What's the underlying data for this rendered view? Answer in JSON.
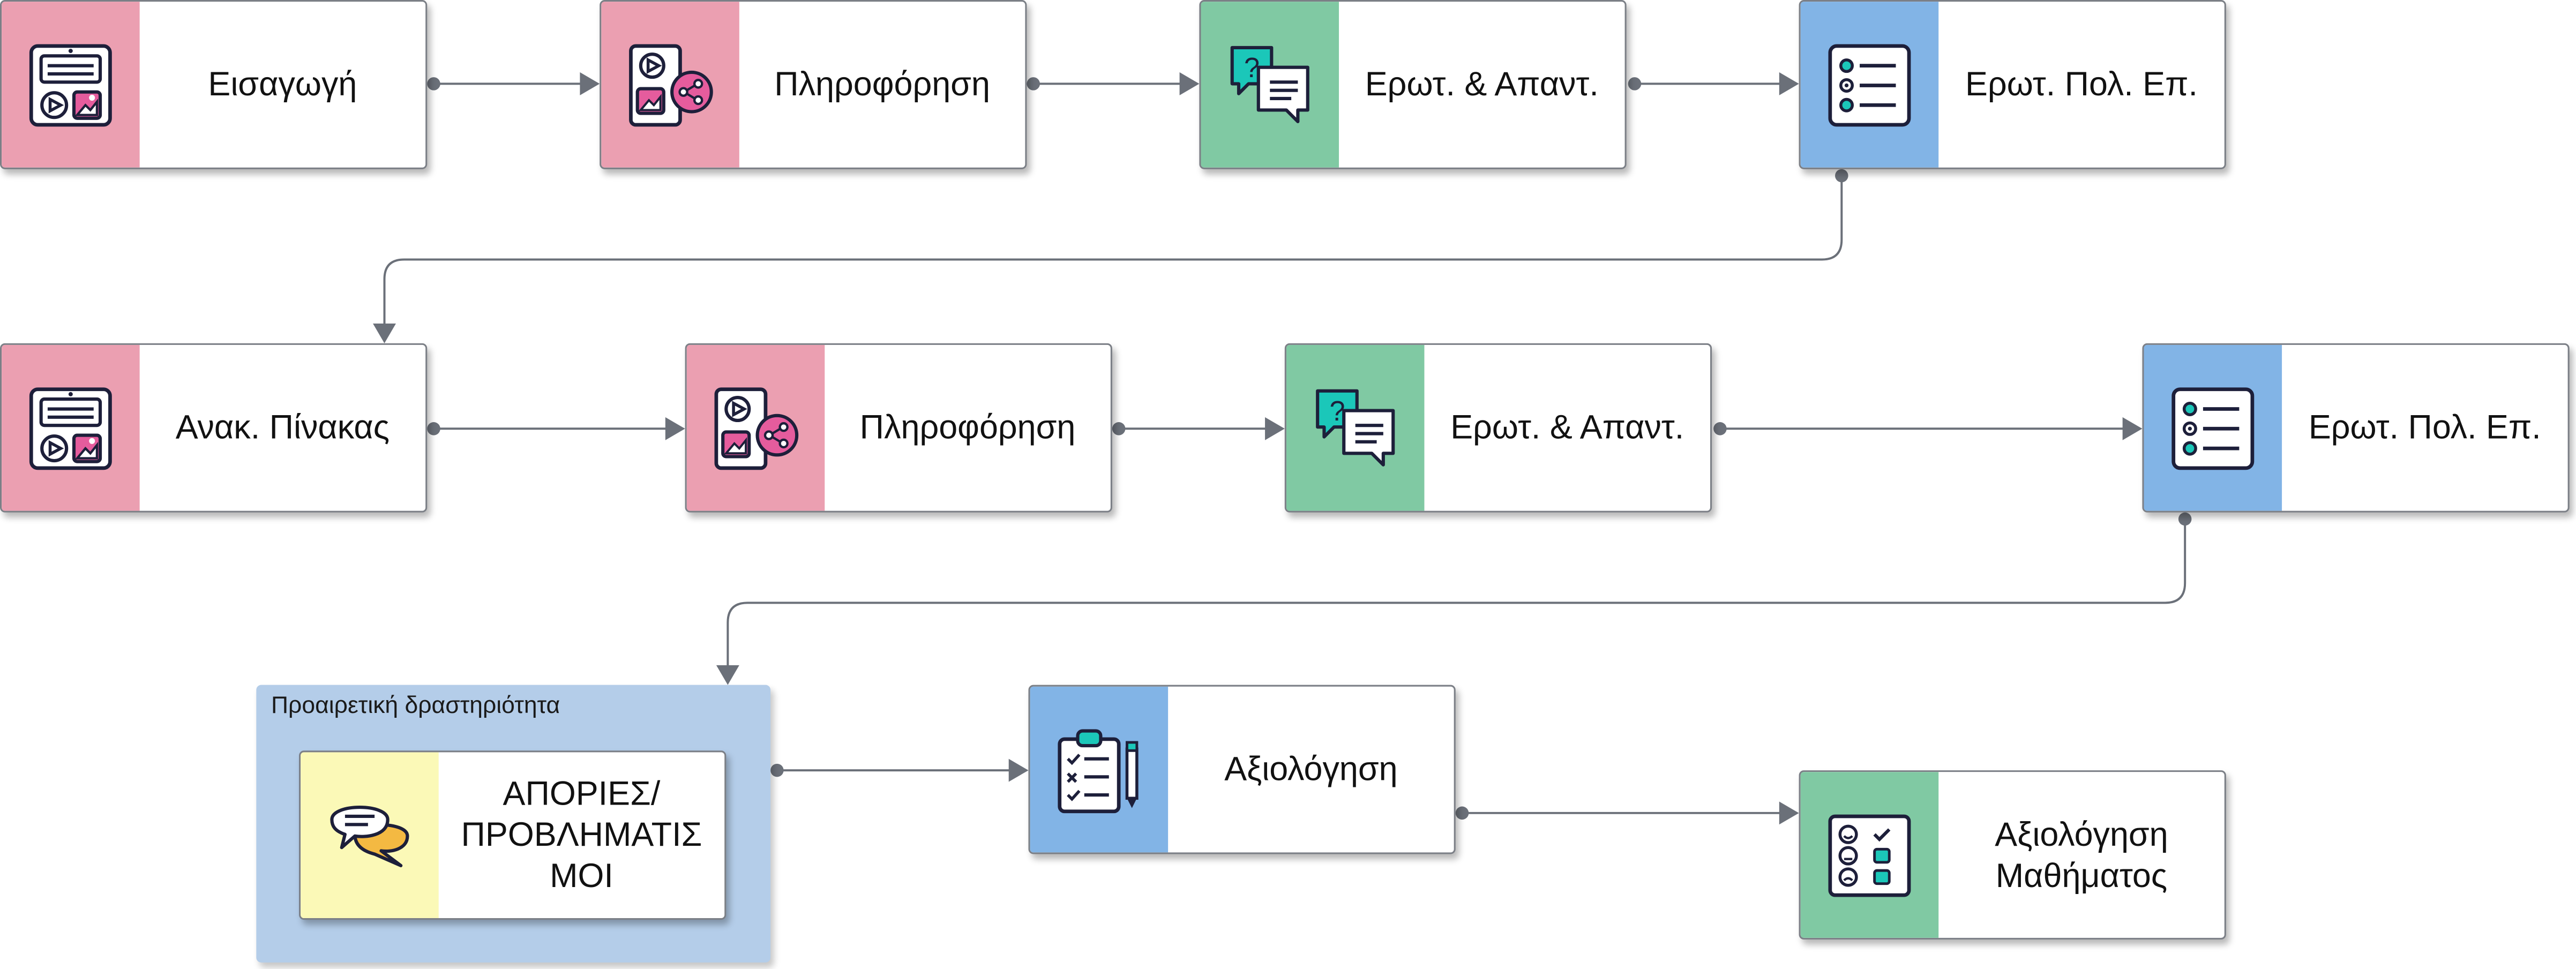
{
  "colors": {
    "pink": "#eb9fb1",
    "green": "#80c9a3",
    "blue": "#82b4e6",
    "yellow": "#fbf9b7",
    "group_background": "#b4cde9",
    "connector": "#6b7079"
  },
  "group": {
    "title": "Προαιρετική δραστηριότητα"
  },
  "nodes": [
    {
      "id": "n1",
      "label": "Εισαγωγή",
      "icon": "presentation-media-icon",
      "color": "pink"
    },
    {
      "id": "n2",
      "label": "Πληροφόρηση",
      "icon": "media-share-icon",
      "color": "pink"
    },
    {
      "id": "n3",
      "label": "Ερωτ. & Απαντ.",
      "icon": "question-chat-icon",
      "color": "green"
    },
    {
      "id": "n4",
      "label": "Ερωτ. Πολ. Επ.",
      "icon": "multiple-choice-list-icon",
      "color": "blue"
    },
    {
      "id": "n5",
      "label": "Ανακ. Πίνακας",
      "icon": "presentation-media-icon",
      "color": "pink"
    },
    {
      "id": "n6",
      "label": "Πληροφόρηση",
      "icon": "media-share-icon",
      "color": "pink"
    },
    {
      "id": "n7",
      "label": "Ερωτ. & Απαντ.",
      "icon": "question-chat-icon",
      "color": "green"
    },
    {
      "id": "n8",
      "label": "Ερωτ. Πολ. Επ.",
      "icon": "multiple-choice-list-icon",
      "color": "blue"
    },
    {
      "id": "n9",
      "label": "ΑΠΟΡΙΕΣ/\nΠΡΟΒΛΗΜΑΤΙΣ\nΜΟΙ",
      "icon": "discussion-bubbles-icon",
      "color": "yellow"
    },
    {
      "id": "n10",
      "label": "Αξιολόγηση",
      "icon": "clipboard-checklist-icon",
      "color": "blue"
    },
    {
      "id": "n11",
      "label": "Αξιολόγηση\nΜαθήματος",
      "icon": "course-feedback-icon",
      "color": "green"
    }
  ],
  "edges": [
    [
      "n1",
      "n2"
    ],
    [
      "n2",
      "n3"
    ],
    [
      "n3",
      "n4"
    ],
    [
      "n4",
      "n5"
    ],
    [
      "n5",
      "n6"
    ],
    [
      "n6",
      "n7"
    ],
    [
      "n7",
      "n8"
    ],
    [
      "n8",
      "n9"
    ],
    [
      "n9",
      "n10"
    ],
    [
      "n10",
      "n11"
    ]
  ]
}
